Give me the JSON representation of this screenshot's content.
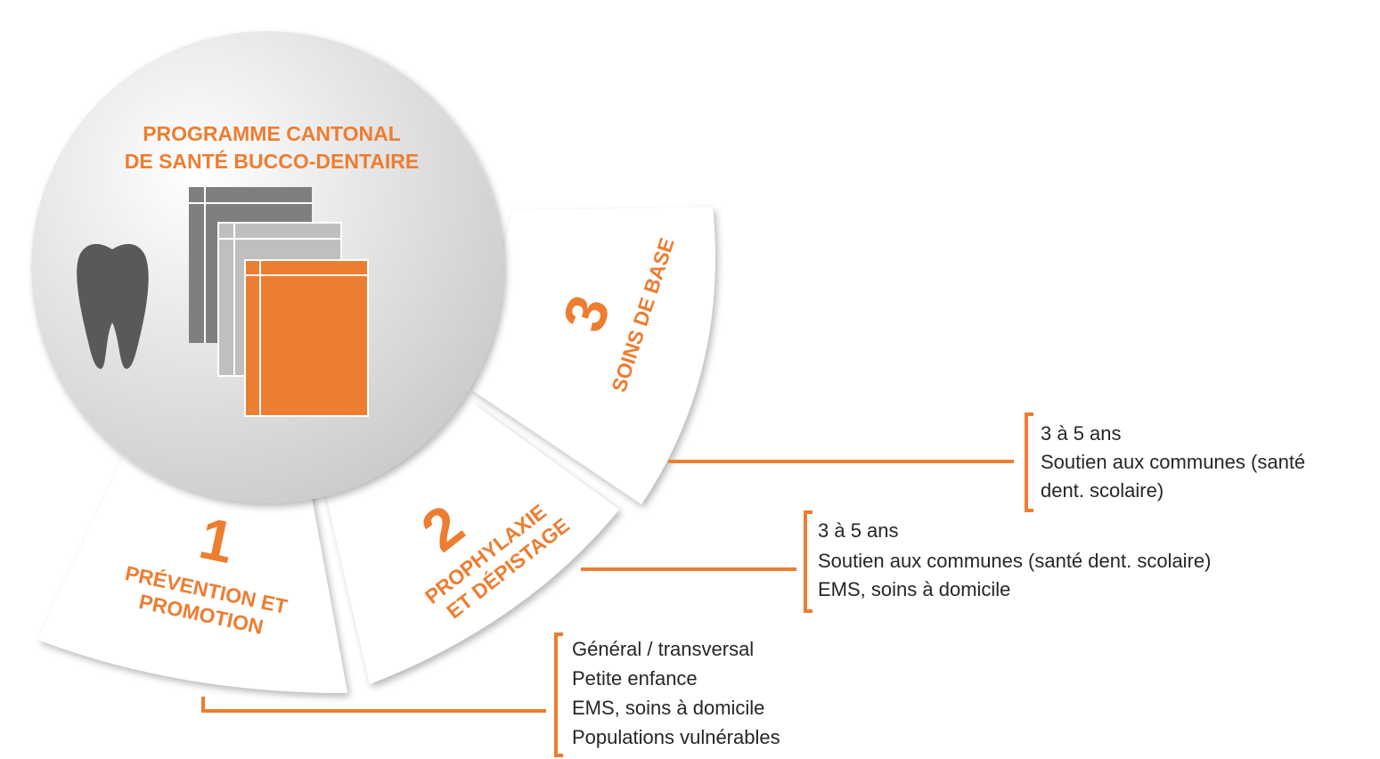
{
  "colors": {
    "accent": "#ED7D31",
    "text": "#262626",
    "hub_gradient_light": "#FFFFFF",
    "hub_gradient_dark": "#C8C8C8",
    "tooth": "#595959",
    "sheet_dark": "#7F7F7F",
    "sheet_light": "#BFBFBF"
  },
  "hub": {
    "title_line1": "PROGRAMME CANTONAL",
    "title_line2": "DE SANTÉ BUCCO-DENTAIRE",
    "icons": [
      "tooth-icon",
      "documents-icon"
    ]
  },
  "segments": [
    {
      "number": "1",
      "label_line1": "PRÉVENTION ET",
      "label_line2": "PROMOTION",
      "notes": [
        "Général / transversal",
        "Petite enfance",
        "EMS, soins à domicile",
        "Populations vulnérables"
      ]
    },
    {
      "number": "2",
      "label_line1": "PROPHYLAXIE",
      "label_line2": "ET DÉPISTAGE",
      "notes": [
        "3 à 5 ans",
        "Soutien aux communes (santé dent. scolaire)",
        "EMS, soins à domicile"
      ]
    },
    {
      "number": "3",
      "label_line1": "SOINS DE BASE",
      "notes": [
        "3 à 5 ans",
        "Soutien aux communes (santé",
        "dent. scolaire)"
      ]
    }
  ]
}
